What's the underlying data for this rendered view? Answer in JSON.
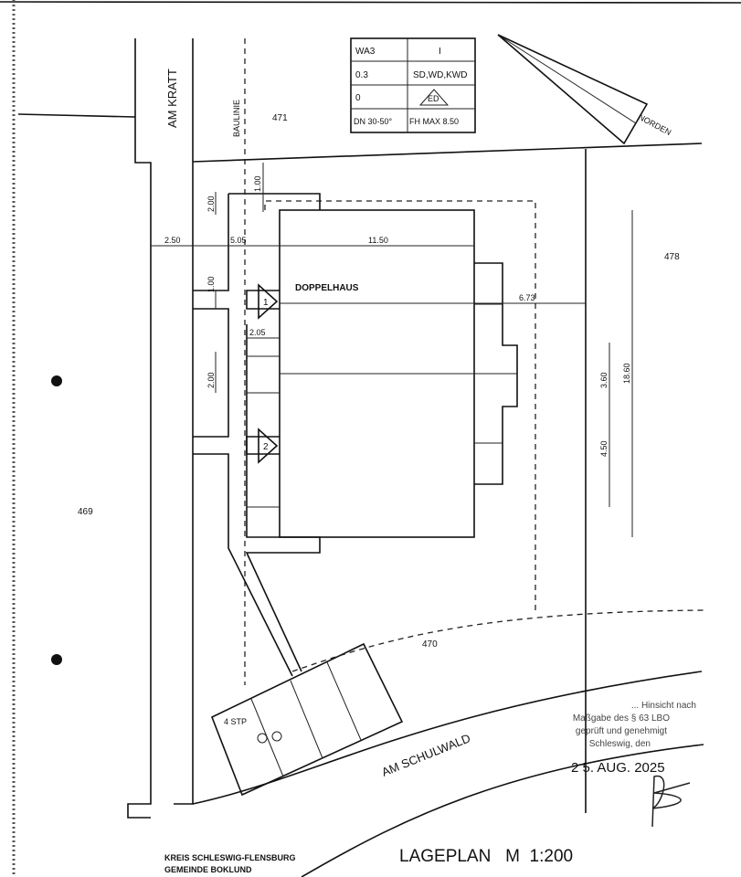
{
  "plan": {
    "streets": {
      "am_kratt": "AM KRATT",
      "am_schulwald": "AM SCHULWALD"
    },
    "baulinie": "BAULINIE",
    "parcels": {
      "north": "471",
      "east": "478",
      "west": "469",
      "south": "470"
    },
    "north_arrow_label": "NORDEN",
    "building_label": "DOPPELHAUS",
    "entrance_markers": [
      "1",
      "2"
    ],
    "parking_label": "4 STP",
    "dimensions": {
      "d_250": "2.50",
      "d_505": "5.05",
      "d_1150": "11.50",
      "d_673": "6.73",
      "d_205": "2.05",
      "d_100_top": "1.00",
      "d_100_left": "1.00",
      "d_200_top": "2.00",
      "d_200_left": "2.00",
      "d_360": "3.60",
      "d_450": "4.50",
      "d_1860": "18.60"
    }
  },
  "zoning_table": {
    "rows": [
      [
        "WA3",
        "I"
      ],
      [
        "0.3",
        "SD,WD,KWD"
      ],
      [
        "0",
        "ED"
      ],
      [
        "DN 30-50°",
        "FH MAX 8.50"
      ]
    ]
  },
  "stamp": {
    "line1": "... Hinsicht nach",
    "line2": "Maßgabe des § 63 LBO",
    "line3": "geprüft und genehmigt",
    "line4": "Schleswig, den",
    "date": "2 5. AUG. 2025"
  },
  "footer": {
    "title": "LAGEPLAN   M  1:200",
    "district": "KREIS SCHLESWIG-FLENSBURG",
    "municipality": "GEMEINDE BOKLUND"
  }
}
